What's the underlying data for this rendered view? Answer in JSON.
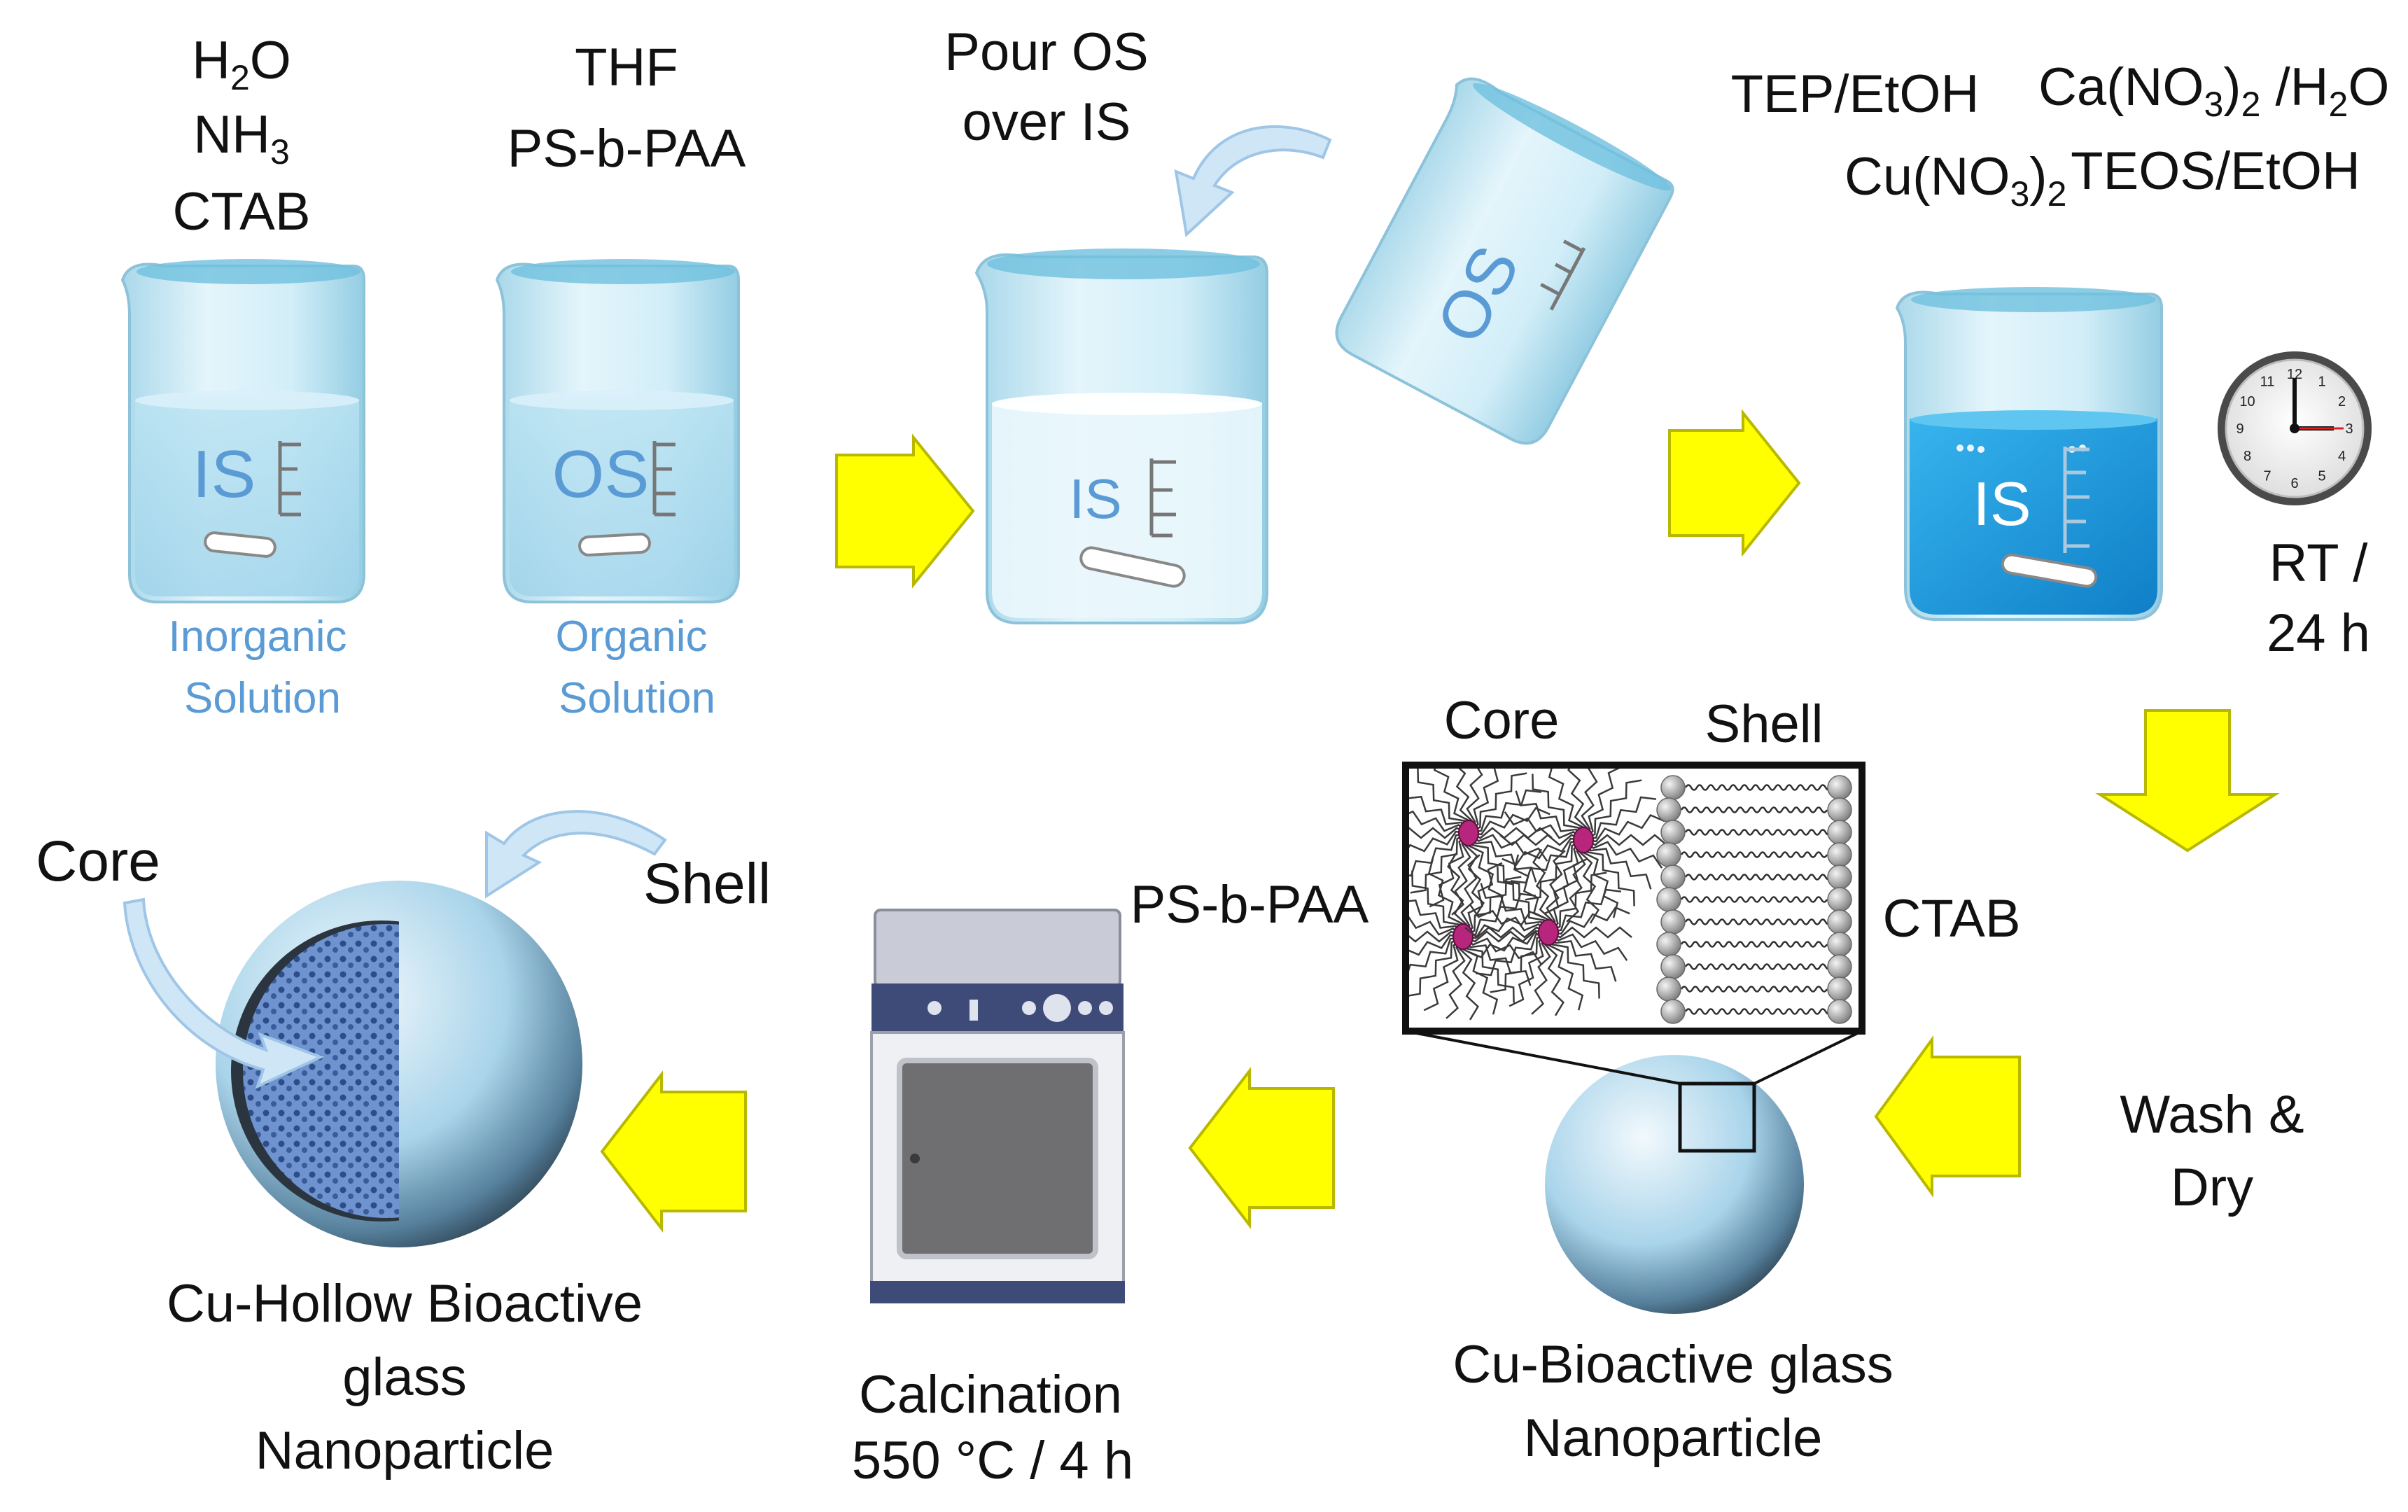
{
  "beakers": {
    "inorganic": {
      "reagents": [
        "H",
        "2",
        "O",
        "NH",
        "3",
        "CTAB"
      ],
      "tag": "IS",
      "caption_line1": "Inorganic",
      "caption_line2": "Solution"
    },
    "organic": {
      "reagents": [
        "THF",
        "PS-b-PAA"
      ],
      "tag": "OS",
      "caption_line1": "Organic",
      "caption_line2": "Solution"
    },
    "mixed": {
      "tag": "IS"
    },
    "pour": {
      "instruction_line1": "Pour OS",
      "instruction_line2": "over IS",
      "tag": "OS"
    },
    "reaction": {
      "tag": "IS",
      "reagent_left_line1": "TEP/EtOH",
      "reagent_left_line2_a": "Cu(NO",
      "reagent_left_line2_sub": "3",
      "reagent_left_line2_b": ")",
      "reagent_left_line2_sub2": "2",
      "reagent_right_line1_a": "Ca(NO",
      "reagent_right_line1_sub": "3",
      "reagent_right_line1_b": ")",
      "reagent_right_line1_sub2": "2",
      "reagent_right_line1_c": " /H",
      "reagent_right_line1_sub3": "2",
      "reagent_right_line1_d": "O",
      "reagent_right_line2": "TEOS/EtOH",
      "condition_line1": "RT /",
      "condition_line2": "24 h"
    }
  },
  "clock": {
    "numbers": [
      "12",
      "1",
      "2",
      "3",
      "4",
      "5",
      "6",
      "7",
      "8",
      "9",
      "10",
      "11"
    ]
  },
  "steps": {
    "wash_line1": "Wash &",
    "wash_line2": "Dry",
    "calcination_line1": "Calcination",
    "calcination_line2": "550 °C / 4 h"
  },
  "inset": {
    "core_label": "Core",
    "shell_label": "Shell",
    "left_agent": "PS-b-PAA",
    "right_agent": "CTAB"
  },
  "particles": {
    "bioactive_line1": "Cu-Bioactive glass",
    "bioactive_line2": "Nanoparticle",
    "hollow_line1": "Cu-Hollow Bioactive",
    "hollow_line2": "glass",
    "hollow_line3": "Nanoparticle",
    "hollow_core_label": "Core",
    "hollow_shell_label": "Shell"
  },
  "colors": {
    "arrow_fill": "#ffff00",
    "arrow_stroke": "#b8b800",
    "glass": "#cfeaf4",
    "liquid_light": "#bfe3f2",
    "liquid_blue": "#1a9ee0",
    "micelle_core": "#b8257d",
    "caption_blue": "#5b9bd5",
    "oven_frame": "#3e4a78"
  }
}
